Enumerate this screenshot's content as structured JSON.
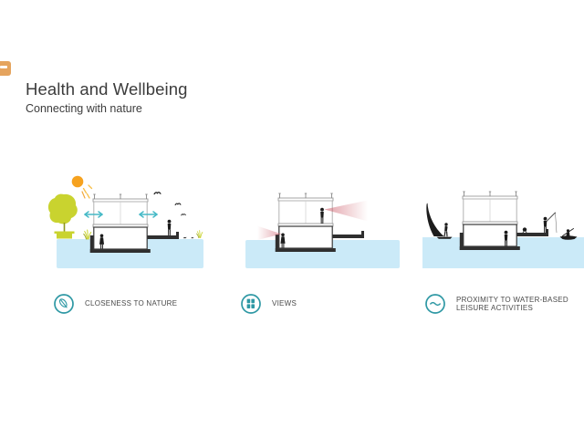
{
  "slide": {
    "title": "Health and Wellbeing",
    "subtitle": "Connecting with nature"
  },
  "corner_icon": "orange-window-icon",
  "legend": [
    {
      "label": "CLOSENESS TO NATURE",
      "icon": "leaf-icon"
    },
    {
      "label": "VIEWS",
      "icon": "window-panes-icon"
    },
    {
      "label": "PROXIMITY TO WATER-BASED LEISURE ACTIVITIES",
      "icon": "wave-icon"
    }
  ],
  "diagrams": [
    {
      "name": "closeness-to-nature-section",
      "scene": [
        "sun",
        "tree-in-planter",
        "two-storey-building-section",
        "double-headed-exchange-arrows",
        "flying-birds",
        "birds-on-water",
        "grass-tufts",
        "person-indoors",
        "person-on-deck",
        "water"
      ]
    },
    {
      "name": "views-section",
      "scene": [
        "two-storey-building-section",
        "person-upper-floor",
        "person-lower-floor",
        "view-cone-right",
        "view-cone-left",
        "water"
      ]
    },
    {
      "name": "water-leisure-section",
      "scene": [
        "windsurfer",
        "two-storey-building-section",
        "person-indoors",
        "deck-object",
        "fisherman",
        "kayaker",
        "water"
      ]
    }
  ],
  "colors": {
    "accent_teal": "#2E98A4",
    "arrow_teal": "#45B9C6",
    "water_blue": "#CBEAF8",
    "sun_orange": "#F6A21F",
    "ray_yellow": "#F7C04A",
    "tree_green": "#C9D32F",
    "trunk_olive": "#8D961F",
    "grass_olive": "#9FA82A",
    "cone_pink": "#C9505E",
    "silhouette": "#1C1C1C",
    "structure_dark": "#2F2F2F",
    "structure_gray": "#9B9B9B",
    "title_gray": "#3C3C3C",
    "label_gray": "#4A4A4A",
    "corner_orange": "#E5A45E"
  }
}
